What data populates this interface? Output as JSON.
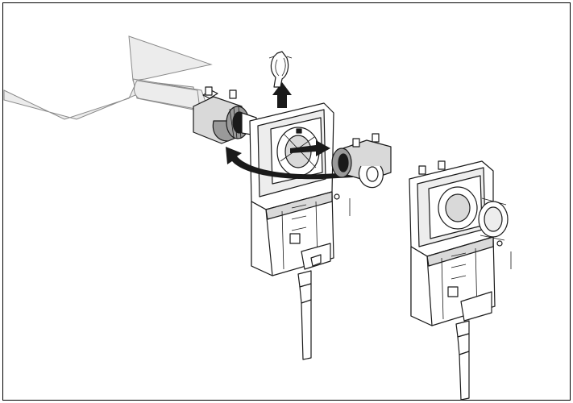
{
  "figure": {
    "caption": "",
    "parts": [
      {
        "id": "damper-shaft",
        "icon": "shaft"
      },
      {
        "id": "shaft-clamp",
        "icon": "u-bolt-clamp"
      },
      {
        "id": "retaining-clip",
        "icon": "clip"
      },
      {
        "id": "actuator-left",
        "icon": "damper-actuator"
      },
      {
        "id": "actuator-right",
        "icon": "damper-actuator"
      },
      {
        "id": "arrow-up",
        "icon": "arrow-up"
      },
      {
        "id": "arrow-curved",
        "icon": "arrow-curved"
      }
    ],
    "colors": {
      "line": "#1a1a1a",
      "fill": "#ffffff",
      "shade": "#d9d9d9",
      "border": "#000000"
    }
  }
}
